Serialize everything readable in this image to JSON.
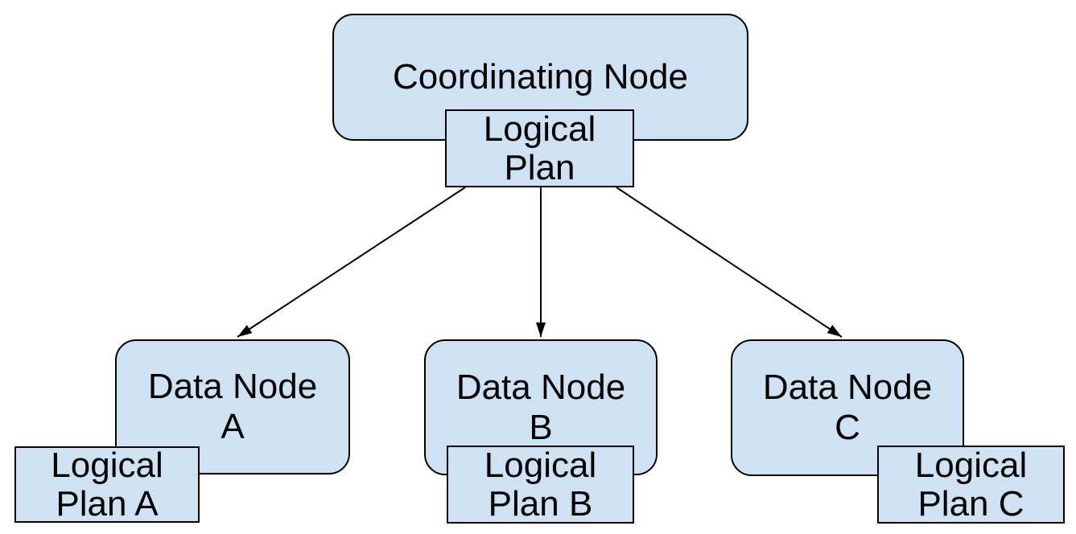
{
  "diagram": {
    "colors": {
      "node_fill": "#cfe2f3",
      "node_border": "#000000",
      "arrow": "#000000",
      "background": "#ffffff"
    },
    "coordinator": {
      "label": "Coordinating Node",
      "plan": {
        "line1": "Logical",
        "line2": "Plan"
      }
    },
    "data_nodes": [
      {
        "label_line1": "Data Node",
        "label_line2": "A",
        "plan_line1": "Logical",
        "plan_line2": "Plan A"
      },
      {
        "label_line1": "Data Node",
        "label_line2": "B",
        "plan_line1": "Logical",
        "plan_line2": "Plan B"
      },
      {
        "label_line1": "Data Node",
        "label_line2": "C",
        "plan_line1": "Logical",
        "plan_line2": "Plan C"
      }
    ],
    "edges": [
      {
        "from": "logical-plan",
        "to": "data-node-a"
      },
      {
        "from": "logical-plan",
        "to": "data-node-b"
      },
      {
        "from": "logical-plan",
        "to": "data-node-c"
      }
    ]
  }
}
